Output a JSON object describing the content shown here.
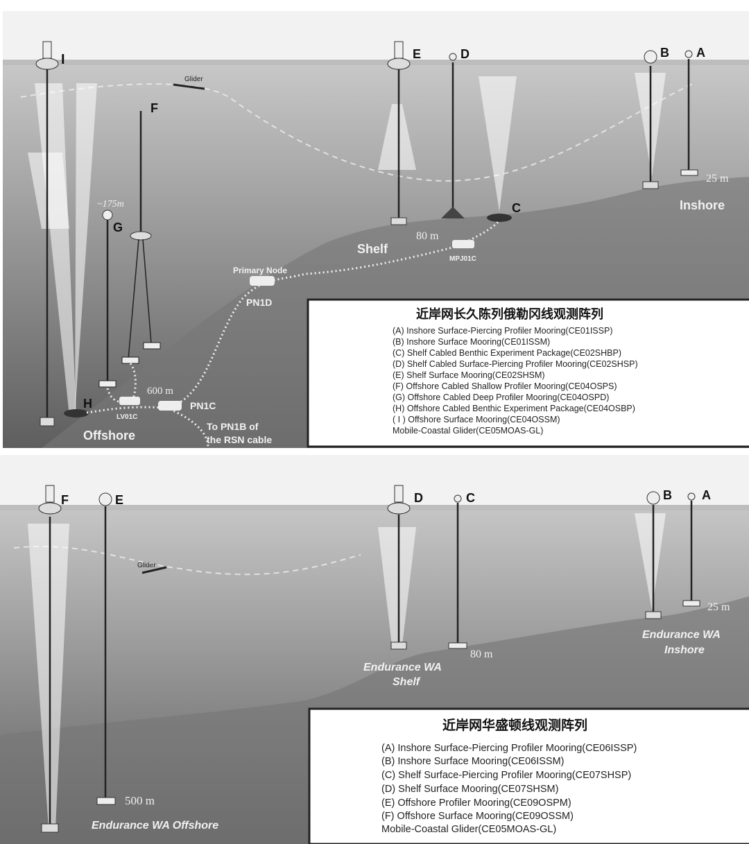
{
  "top_panel": {
    "title": "近岸网长久陈列俄勒冈线观测阵列",
    "items": [
      "(A) Inshore Surface-Piercing Profiler Mooring(CE01ISSP)",
      "(B) Inshore Surface Mooring(CE01ISSM)",
      "(C) Shelf Cabled Benthic Experiment Package(CE02SHBP)",
      "(D) Shelf Cabled Surface-Piercing Profiler Mooring(CE02SHSP)",
      "(E) Shelf Surface Mooring(CE02SHSM)",
      "(F) Offshore Cabled Shallow Profiler Mooring(CE04OSPS)",
      "(G) Offshore Cabled Deep Profiler Mooring(CE04OSPD)",
      "(H) Offshore Cabled Benthic Experiment Package(CE04OSBP)",
      "( I ) Offshore Surface Mooring(CE04OSSM)",
      "Mobile-Coastal Glider(CE05MOAS-GL)"
    ],
    "labels": {
      "I": "I",
      "E": "E",
      "D": "D",
      "B": "B",
      "A": "A",
      "F": "F",
      "G": "G",
      "H": "H",
      "C": "C"
    },
    "glider": "Glider",
    "depth_175": "~175m",
    "depth_80": "80 m",
    "depth_25": "25 m",
    "depth_600": "600 m",
    "region_inshore": "Inshore",
    "region_shelf": "Shelf",
    "region_offshore": "Offshore",
    "primary_node": "Primary Node",
    "pn1d": "PN1D",
    "pn1c": "PN1C",
    "mpj01c": "MPJ01C",
    "lv01c": "LV01C",
    "to_pn1b_1": "To PN1B of",
    "to_pn1b_2": "the RSN cable"
  },
  "bottom_panel": {
    "title": "近岸网华盛顿线观测阵列",
    "items": [
      "(A) Inshore Surface-Piercing Profiler Mooring(CE06ISSP)",
      "(B) Inshore Surface Mooring(CE06ISSM)",
      "(C) Shelf Surface-Piercing Profiler Mooring(CE07SHSP)",
      "(D) Shelf Surface Mooring(CE07SHSM)",
      "(E) Offshore Profiler Mooring(CE09OSPM)",
      "(F) Offshore Surface Mooring(CE09OSSM)",
      "Mobile-Coastal Glider(CE05MOAS-GL)"
    ],
    "labels": {
      "F": "F",
      "E": "E",
      "D": "D",
      "C": "C",
      "B": "B",
      "A": "A"
    },
    "glider": "Glider",
    "depth_500": "500 m",
    "depth_80": "80 m",
    "depth_25": "25 m",
    "region_offshore": "Endurance WA Offshore",
    "region_shelf_1": "Endurance WA",
    "region_shelf_2": "Shelf",
    "region_inshore_1": "Endurance WA",
    "region_inshore_2": "Inshore"
  },
  "colors": {
    "water_top": "#cfcfcf",
    "water_bottom": "#6a6a6a",
    "seabed": "#7c7c7c",
    "surface": "#e6e6e6"
  }
}
